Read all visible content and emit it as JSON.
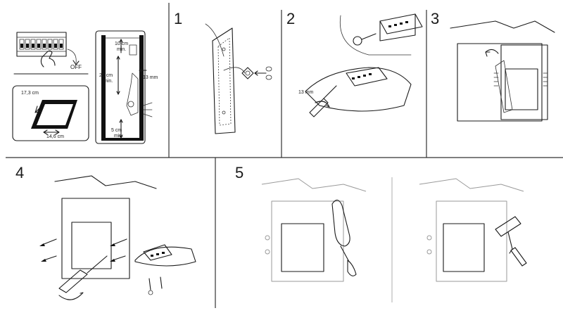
{
  "steps": {
    "s1": "1",
    "s2": "2",
    "s3": "3",
    "s4": "4",
    "s5": "5"
  },
  "prep": {
    "breaker_label": "OFF",
    "cutout_height": "17,3 cm",
    "cutout_width": "14,6 cm",
    "clearance_top": "10 cm",
    "clearance_top_min": "min.",
    "clearance_side": "20 cm",
    "clearance_side_min": "min.",
    "clearance_bottom": "5 cm",
    "clearance_bottom_min": "min.",
    "wall_depth": "13 mm"
  },
  "step2": {
    "screw_depth": "13 mm"
  },
  "colors": {
    "ink": "#1a1a1a",
    "light": "#9a9a9a"
  }
}
